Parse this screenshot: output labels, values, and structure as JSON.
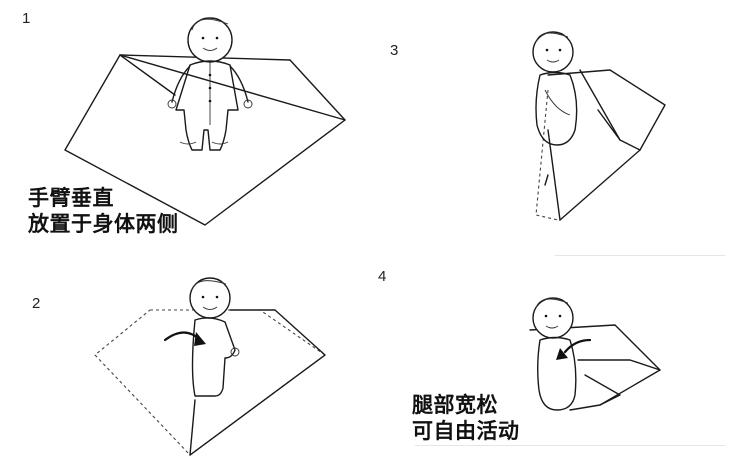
{
  "steps": [
    {
      "number": "1",
      "caption_lines": [
        "手臂垂直",
        "放置于身体两侧"
      ]
    },
    {
      "number": "2",
      "caption_lines": []
    },
    {
      "number": "3",
      "caption_lines": []
    },
    {
      "number": "4",
      "caption_lines": [
        "腿部宽松",
        "可自由活动"
      ]
    }
  ]
}
